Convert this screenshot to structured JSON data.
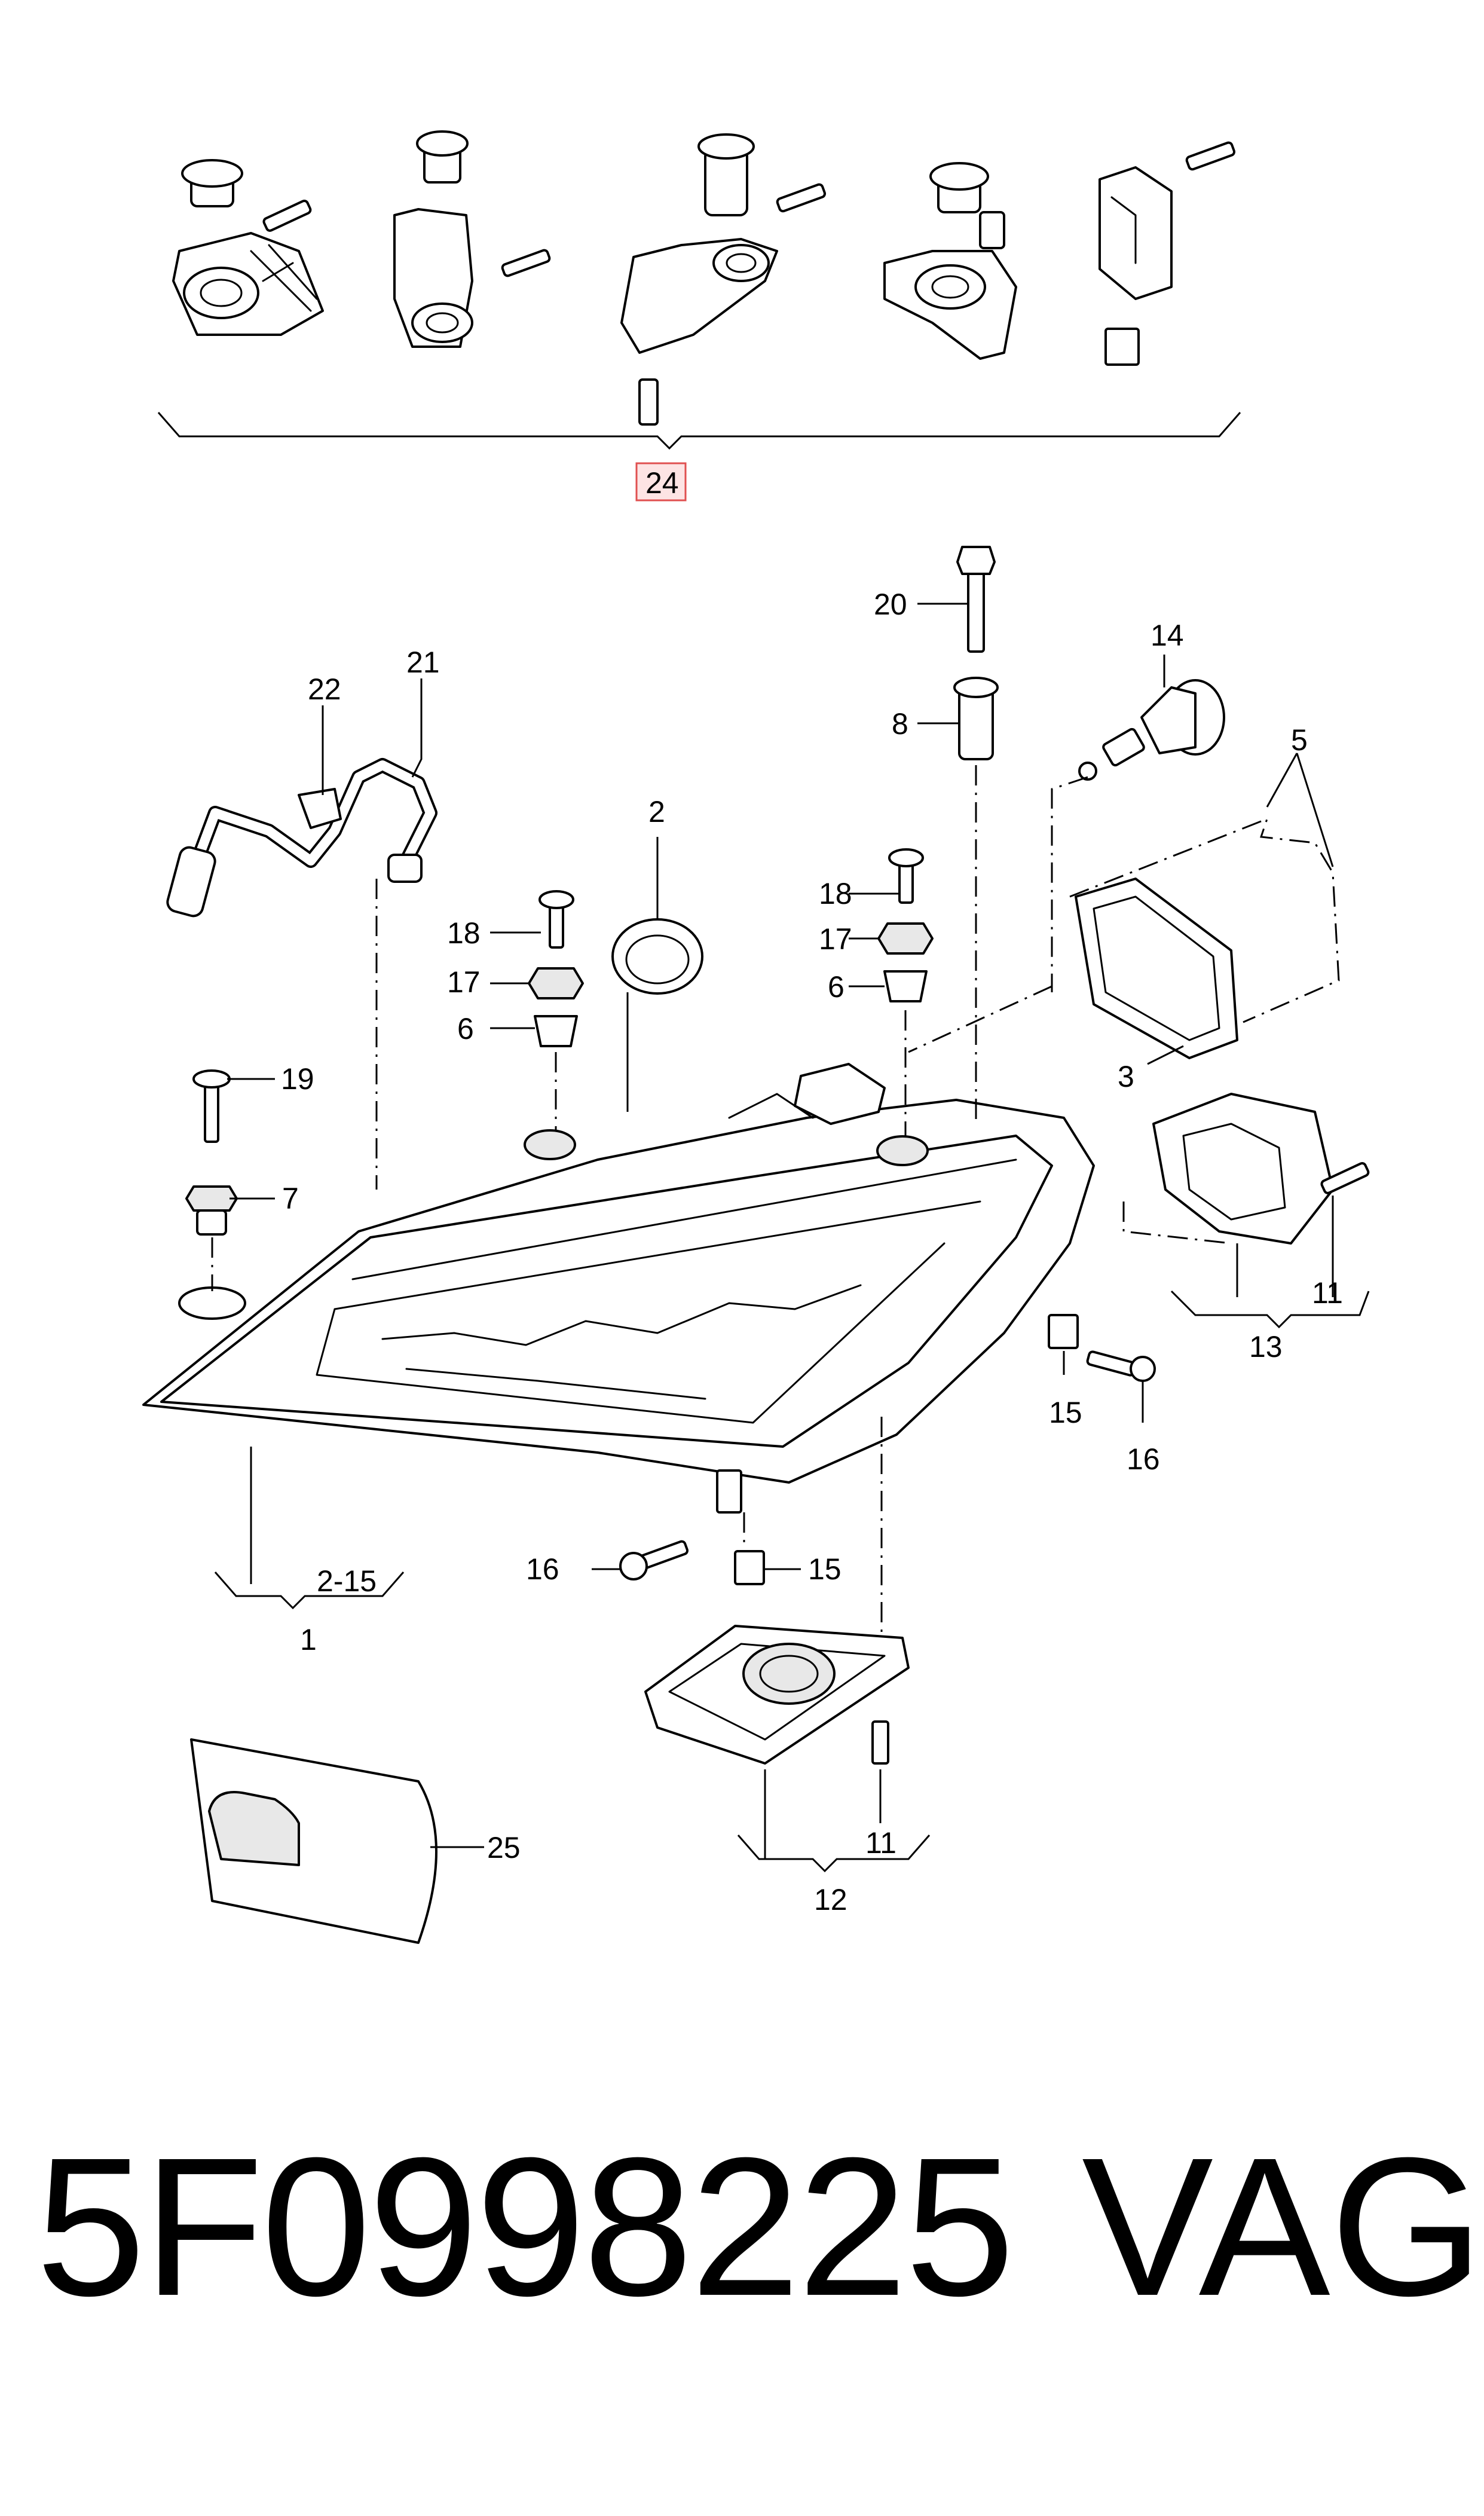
{
  "labels": {
    "l1": "1",
    "l2": "2",
    "l2_15": "2-15",
    "l3": "3",
    "l5": "5",
    "l6a": "6",
    "l6b": "6",
    "l7": "7",
    "l8": "8",
    "l11a": "11",
    "l11b": "11",
    "l12": "12",
    "l13": "13",
    "l14": "14",
    "l15a": "15",
    "l15b": "15",
    "l16a": "16",
    "l16b": "16",
    "l17a": "17",
    "l17b": "17",
    "l18a": "18",
    "l18b": "18",
    "l19": "19",
    "l20": "20",
    "l21": "21",
    "l22": "22",
    "l24": "24",
    "l25": "25"
  },
  "footer": {
    "part_number": "5F0998225",
    "brand": "VAG"
  },
  "colors": {
    "line": "#000000",
    "highlight_fill": "#fde4e4",
    "highlight_border": "#e05050"
  }
}
